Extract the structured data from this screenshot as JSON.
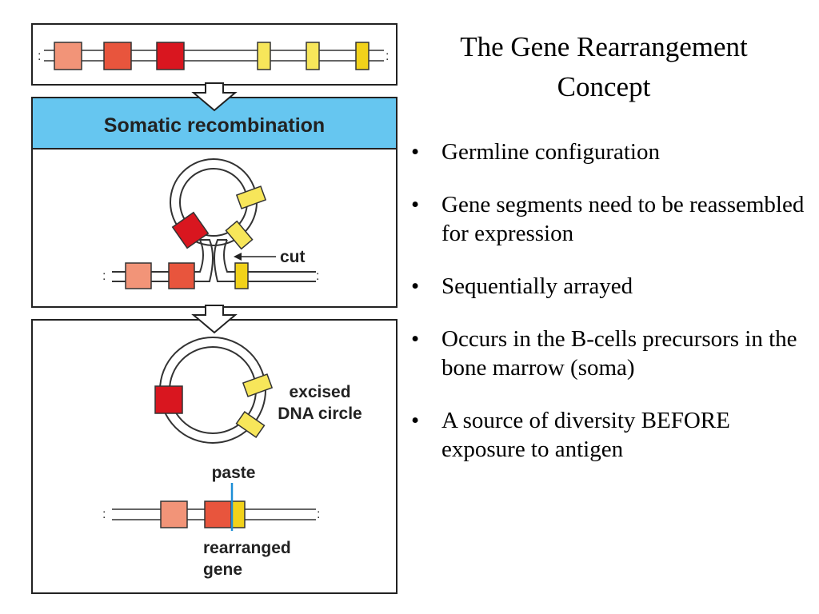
{
  "slide": {
    "title_line1": "The Gene Rearrangement",
    "title_line2": "Concept",
    "bullets": [
      "Germline configuration",
      "Gene segments need to be reassembled for expression",
      "Sequentially arrayed",
      "Occurs in the B-cells precursors in the bone marrow (soma)",
      "A source of diversity BEFORE exposure to antigen"
    ]
  },
  "diagram": {
    "banner_label": "Somatic recombination",
    "cut_label": "cut",
    "excised_label_line1": "excised",
    "excised_label_line2": "DNA circle",
    "paste_label": "paste",
    "rearranged_label_line1": "rearranged",
    "rearranged_label_line2": "gene"
  },
  "colors": {
    "banner": "#66c6f0",
    "segment_light_red": "#f29478",
    "segment_mid_red": "#e8553d",
    "segment_dark_red": "#d9161f",
    "segment_yellow": "#f7e65a",
    "segment_yellow_dark": "#f2d21a",
    "paste_line": "#1e8ed6"
  }
}
